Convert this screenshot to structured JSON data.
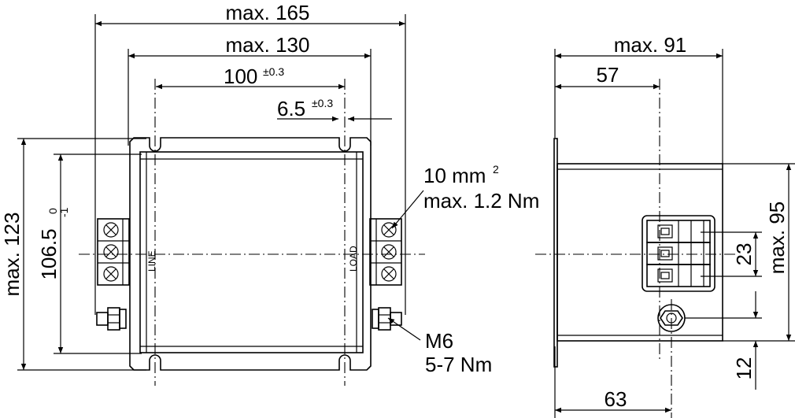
{
  "front_view": {
    "dim_overall_width": "max. 165",
    "dim_body_width": "max. 130",
    "dim_hole_spacing": "100",
    "dim_hole_spacing_tol": "±0.3",
    "dim_slot_width": "6.5",
    "dim_slot_width_tol": "±0.3",
    "dim_overall_height": "max. 123",
    "dim_hole_height": "106.5",
    "dim_hole_height_tol_upper": "0",
    "dim_hole_height_tol_lower": "-1",
    "label_line": "LINE",
    "label_load": "LOAD",
    "terminal_cross_section": "10 mm",
    "terminal_cross_section_exp": "2",
    "terminal_torque": "max. 1.2 Nm",
    "ground_stud": "M6",
    "ground_stud_torque": "5-7 Nm"
  },
  "side_view": {
    "dim_depth": "max. 91",
    "dim_terminal_pos": "57",
    "dim_height": "max. 95",
    "dim_terminal_pitch": "23",
    "dim_stud_height": "12",
    "dim_stud_pos": "63"
  }
}
